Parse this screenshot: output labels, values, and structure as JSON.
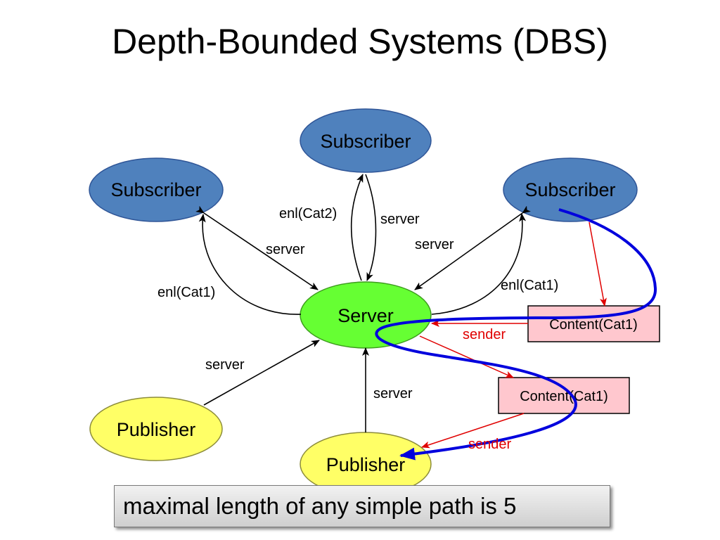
{
  "slide": {
    "title": "Depth-Bounded Systems (DBS)",
    "caption": "maximal length of any simple path is 5"
  },
  "nodes": {
    "subscriber_left": "Subscriber",
    "subscriber_top": "Subscriber",
    "subscriber_right": "Subscriber",
    "server": "Server",
    "publisher_left": "Publisher",
    "publisher_bottom": "Publisher"
  },
  "boxes": {
    "content_upper": "Content(Cat1)",
    "content_lower": "Content(Cat1)"
  },
  "edge_labels": {
    "enl_cat2": "enl(Cat2)",
    "server_top": "server",
    "server_left_sub": "server",
    "server_right_sub": "server",
    "enl_cat1_left": "enl(Cat1)",
    "enl_cat1_right": "enl(Cat1)",
    "sender_upper": "sender",
    "server_left_pub": "server",
    "server_bottom_pub": "server",
    "sender_lower": "sender"
  },
  "colors": {
    "subscriber_fill": "#4f81bd",
    "server_fill": "#66ff33",
    "publisher_fill": "#ffff66",
    "content_fill": "#ffc7ce",
    "red_edge": "#e00000",
    "blue_path": "#0000dd"
  }
}
